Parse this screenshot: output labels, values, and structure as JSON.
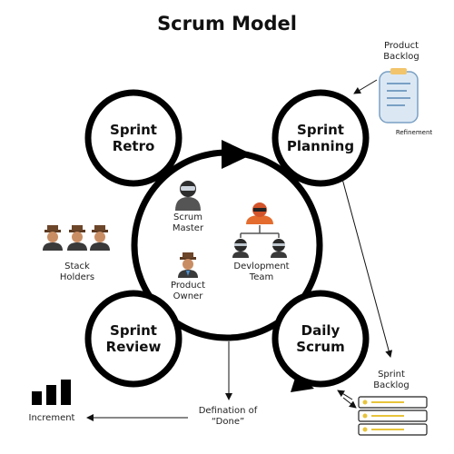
{
  "title": "Scrum Model",
  "phases": {
    "sprint_retro": [
      "Sprint",
      "Retro"
    ],
    "sprint_planning": [
      "Sprint",
      "Planning"
    ],
    "sprint_review": [
      "Sprint",
      "Review"
    ],
    "daily_scrum": [
      "Daily",
      "Scrum"
    ]
  },
  "roles": {
    "scrum_master": [
      "Scrum",
      "Master"
    ],
    "product_owner": [
      "Product",
      "Owner"
    ],
    "development_team": [
      "Devlopment",
      "Team"
    ],
    "stakeholders": [
      "Stack",
      "Holders"
    ]
  },
  "artifacts": {
    "product_backlog": [
      "Product",
      "Backlog"
    ],
    "refinement": "Refinement",
    "sprint_backlog": [
      "Sprint",
      "Backlog"
    ],
    "definition_of_done": [
      "Defination of",
      "“Done”"
    ],
    "increment": "Increment"
  }
}
